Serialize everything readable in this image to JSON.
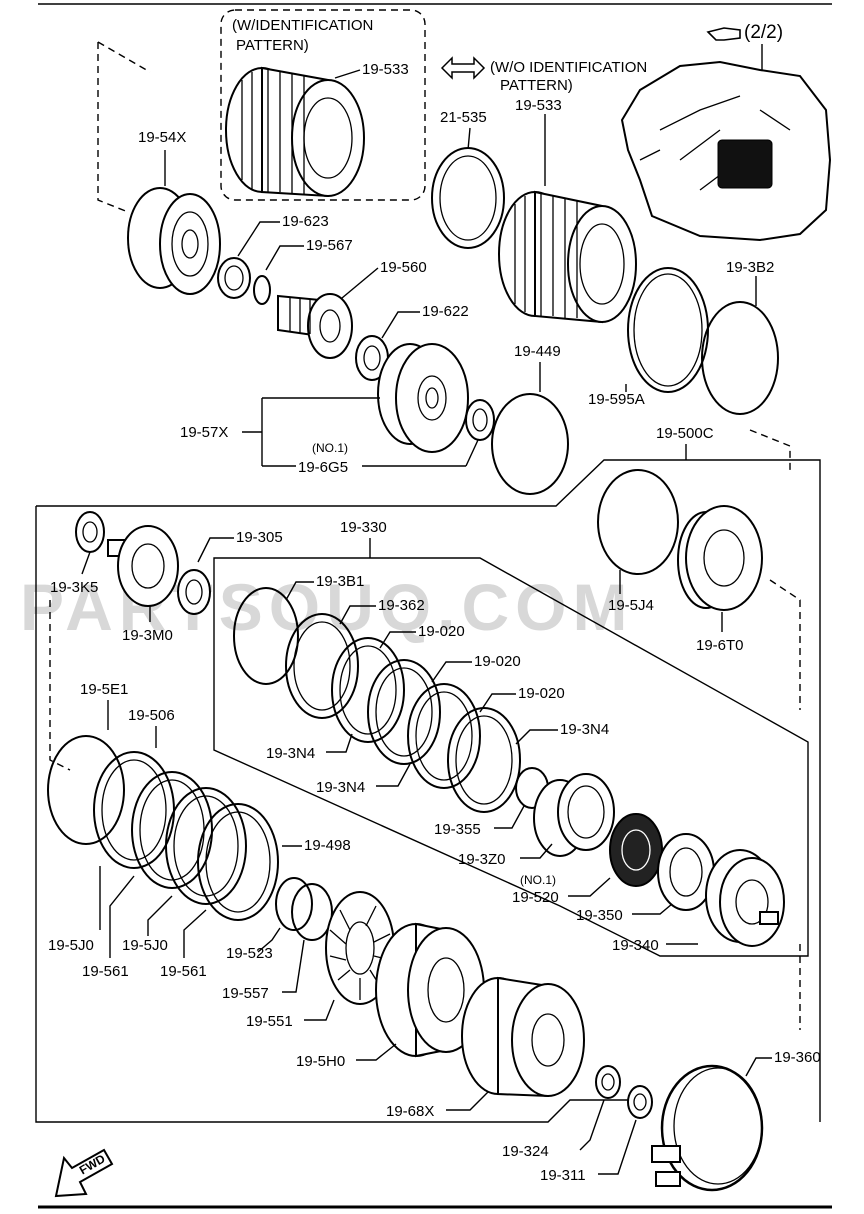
{
  "header": {
    "page_ref": "(2/2)"
  },
  "watermark": "PARTSOUQ.COM",
  "notes": {
    "with_id": "(W/IDENTIFICATION\nPATTERN)",
    "with_id_line1": "(W/IDENTIFICATION",
    "with_id_line2": "PATTERN)",
    "without_id_line1": "(W/O IDENTIFICATION",
    "without_id_line2": "PATTERN)",
    "no1_a": "(NO.1)",
    "no1_b": "(NO.1)"
  },
  "labels": {
    "p19_533a": "19-533",
    "p19_533b": "19-533",
    "p21_535": "21-535",
    "p19_54X": "19-54X",
    "p19_623": "19-623",
    "p19_567": "19-567",
    "p19_560": "19-560",
    "p19_622": "19-622",
    "p19_449": "19-449",
    "p19_57X": "19-57X",
    "p19_6G5": "19-6G5",
    "p19_3B2": "19-3B2",
    "p19_595A": "19-595A",
    "p19_500C": "19-500C",
    "p19_5J4": "19-5J4",
    "p19_6T0": "19-6T0",
    "p19_305": "19-305",
    "p19_3K5": "19-3K5",
    "p19_3M0": "19-3M0",
    "p19_330": "19-330",
    "p19_3B1": "19-3B1",
    "p19_362": "19-362",
    "p19_020a": "19-020",
    "p19_020b": "19-020",
    "p19_020c": "19-020",
    "p19_3N4a": "19-3N4",
    "p19_3N4b": "19-3N4",
    "p19_3N4c": "19-3N4",
    "p19_5E1": "19-5E1",
    "p19_506": "19-506",
    "p19_355": "19-355",
    "p19_3Z0": "19-3Z0",
    "p19_520": "19-520",
    "p19_350": "19-350",
    "p19_340": "19-340",
    "p19_498": "19-498",
    "p19_5J0a": "19-5J0",
    "p19_5J0b": "19-5J0",
    "p19_561a": "19-561",
    "p19_561b": "19-561",
    "p19_523": "19-523",
    "p19_557": "19-557",
    "p19_551": "19-551",
    "p19_5H0": "19-5H0",
    "p19_68X": "19-68X",
    "p19_360": "19-360",
    "p19_324": "19-324",
    "p19_311": "19-311"
  },
  "fwd_label": "FWD"
}
